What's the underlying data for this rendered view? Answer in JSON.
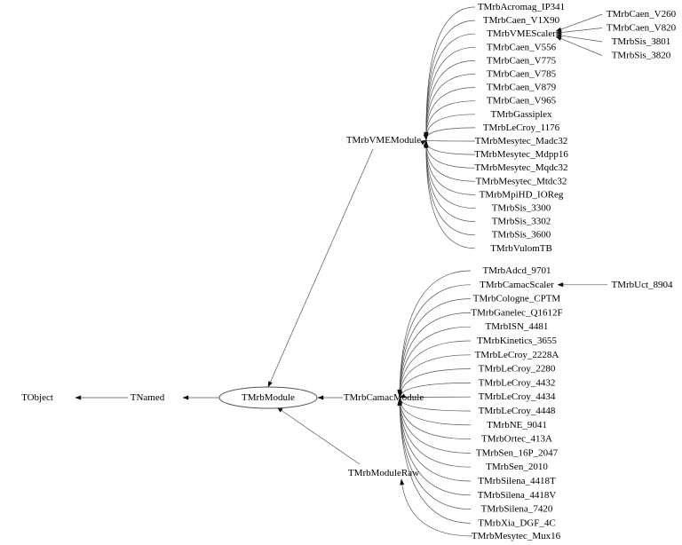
{
  "diagram": {
    "root": "TObject",
    "named": "TNamed",
    "module": "TMrbModule",
    "vme_base": "TMrbVMEModule",
    "camac_base": "TMrbCamacModule",
    "raw_base": "TMrbModuleRaw",
    "vme_modules": [
      "TMrbAcromag_IP341",
      "TMrbCaen_V1X90",
      "TMrbVMEScaler",
      "TMrbCaen_V556",
      "TMrbCaen_V775",
      "TMrbCaen_V785",
      "TMrbCaen_V879",
      "TMrbCaen_V965",
      "TMrbGassiplex",
      "TMrbLeCroy_1176",
      "TMrbMesytec_Madc32",
      "TMrbMesytec_Mdpp16",
      "TMrbMesytec_Mqdc32",
      "TMrbMesytec_Mtdc32",
      "TMrbMpiHD_IOReg",
      "TMrbSis_3300",
      "TMrbSis_3302",
      "TMrbSis_3600",
      "TMrbVulomTB"
    ],
    "vme_scaler_children": [
      "TMrbCaen_V260",
      "TMrbCaen_V820",
      "TMrbSis_3801",
      "TMrbSis_3820"
    ],
    "camac_modules": [
      "TMrbAdcd_9701",
      "TMrbCamacScaler",
      "TMrbCologne_CPTM",
      "TMrbGanelec_Q1612F",
      "TMrbISN_4481",
      "TMrbKinetics_3655",
      "TMrbLeCroy_2228A",
      "TMrbLeCroy_2280",
      "TMrbLeCroy_4432",
      "TMrbLeCroy_4434",
      "TMrbLeCroy_4448",
      "TMrbNE_9041",
      "TMrbOrtec_413A",
      "TMrbSen_16P_2047",
      "TMrbSen_2010",
      "TMrbSilena_4418T",
      "TMrbSilena_4418V",
      "TMrbSilena_7420",
      "TMrbXia_DGF_4C"
    ],
    "camac_scaler_children": [
      "TMrbUct_8904"
    ],
    "raw_modules": [
      "TMrbMesytec_Mux16"
    ]
  }
}
